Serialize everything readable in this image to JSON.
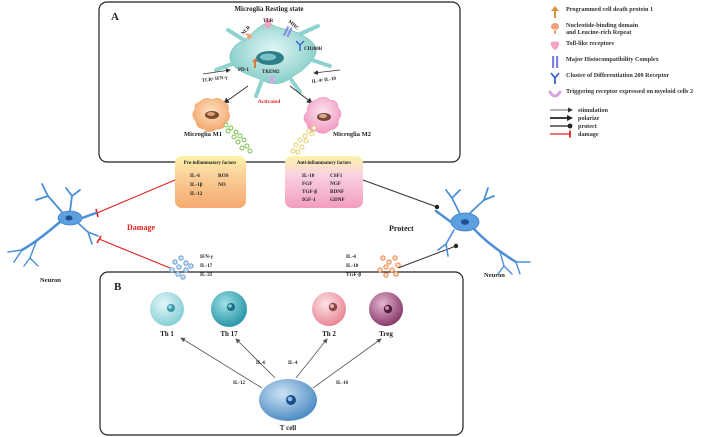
{
  "panel_a": {
    "letter": "A",
    "resting_title": "Microglia Resting state",
    "receptors": {
      "nlr": "NLR",
      "tlr": "TLR",
      "mhc": "MHC",
      "cd200r": "CD200R",
      "pd1": "PD-1",
      "trem2": "TREM2"
    },
    "left_signal": "TLR•  IFN-γ",
    "right_signal": "IL-4•  IL-10",
    "activated": "Activated",
    "m1_label": "Microglia M1",
    "m2_label": "Microglia M2",
    "pro_title": "Pro-inflammatory factors",
    "pro_col1": [
      "IL-6",
      "IL-1β",
      "IL-12"
    ],
    "pro_col2": [
      "ROS",
      "NO"
    ],
    "anti_title": "Anti-inflammatory factors",
    "anti_col1": [
      "IL-10",
      "FGF",
      "TGF-β",
      "IGF-1"
    ],
    "anti_col2": [
      "CSF1",
      "NGF",
      "BDNF",
      "GDNF"
    ]
  },
  "middle": {
    "damage": "Damage",
    "protect": "Protect",
    "neuron_left": "Neuron",
    "neuron_right": "Neuron",
    "t_left_cytokines": [
      "IFN-γ",
      "IL-17",
      "IL-21"
    ],
    "t_right_cytokines": [
      "IL-4",
      "IL-10",
      "TGF-β"
    ]
  },
  "panel_b": {
    "letter": "B",
    "cells": [
      "Th 1",
      "Th 17",
      "Th 2",
      "Treg"
    ],
    "t_cell": "T cell",
    "edge_labels": [
      "IL-12",
      "IL-6",
      "IL-4",
      "IL-10"
    ]
  },
  "legend": {
    "items": [
      {
        "icon": "pd1-icon",
        "text": "Programmed cell death protein 1"
      },
      {
        "icon": "nlr-icon",
        "text": "Nucleotide-binding domain\n and Leucine-rich Repeat"
      },
      {
        "icon": "tlr-icon",
        "text": "Toll-like receptors"
      },
      {
        "icon": "mhc-icon",
        "text": "Major Histocompatibility Complex"
      },
      {
        "icon": "cd200r-icon",
        "text": "Cluster of Differentiation 200 Receptor"
      },
      {
        "icon": "trem2-icon",
        "text": "Triggering receptor expressed on myeloid cells 2"
      }
    ],
    "keys": [
      "stimulation",
      "polarize",
      "protect",
      "damage"
    ]
  },
  "colors": {
    "m1": "#f7b98a",
    "m2": "#f6bfd8",
    "resting": "#9fdcd8",
    "th1": "#a9dfe3",
    "th17": "#4fb7c4",
    "th2": "#f6a9b3",
    "treg": "#a45a86",
    "tcell": "#6fa6d3",
    "neuron": "#4a8fd6",
    "damage": "#e02020"
  }
}
